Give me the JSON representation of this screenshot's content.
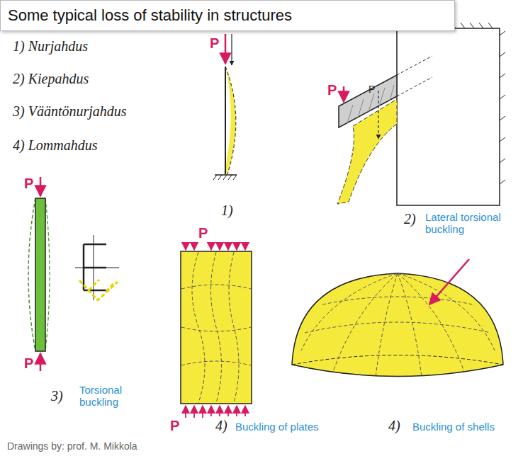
{
  "diagram": {
    "title": "Some typical loss of stability in structures",
    "caption": "Drawings by: prof. M. Mikkola",
    "labels": [
      "1) Nurjahdus",
      "2) Kiepahdus",
      "3) Vääntönurjahdus",
      "4) Lommahdus",
      "P",
      "1)",
      "P",
      "P",
      "2)",
      "Lateral torsional buckling",
      "P",
      "P",
      "3)",
      "Torsional buckling",
      "P",
      "P",
      "4)",
      "Buckling of plates",
      "4)",
      "Buckling of shells"
    ]
  }
}
